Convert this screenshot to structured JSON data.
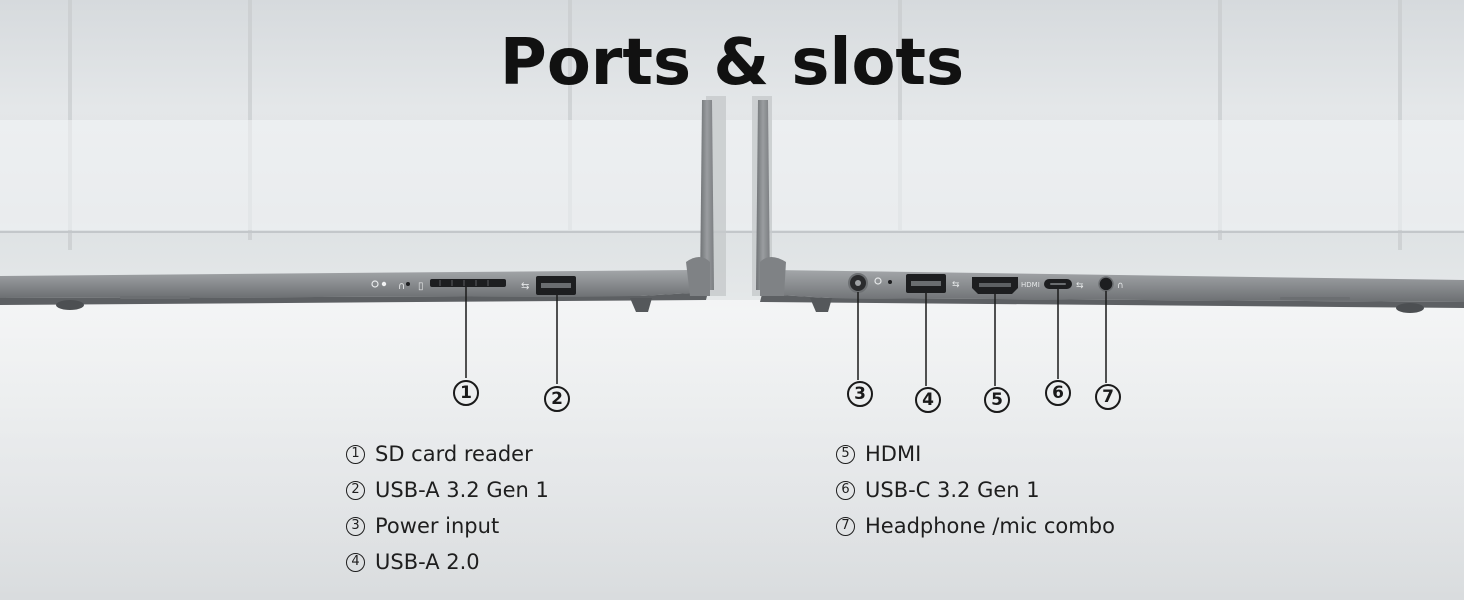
{
  "title": "Ports & slots",
  "callouts": [
    "1",
    "2",
    "3",
    "4",
    "5",
    "6",
    "7"
  ],
  "legend_left": [
    {
      "num": "1",
      "label": "SD card reader"
    },
    {
      "num": "2",
      "label": "USB-A 3.2 Gen 1"
    },
    {
      "num": "3",
      "label": "Power input"
    },
    {
      "num": "4",
      "label": "USB-A 2.0"
    }
  ],
  "legend_right": [
    {
      "num": "5",
      "label": "HDMI"
    },
    {
      "num": "6",
      "label": "USB-C 3.2 Gen 1"
    },
    {
      "num": "7",
      "label": "Headphone /mic combo"
    }
  ],
  "port_print": {
    "hdmi": "HDMI"
  },
  "colors": {
    "laptop": "#8a8d90",
    "laptop_dark": "#5f6265",
    "port": "#1d1e20",
    "text": "#1e1e1e"
  }
}
